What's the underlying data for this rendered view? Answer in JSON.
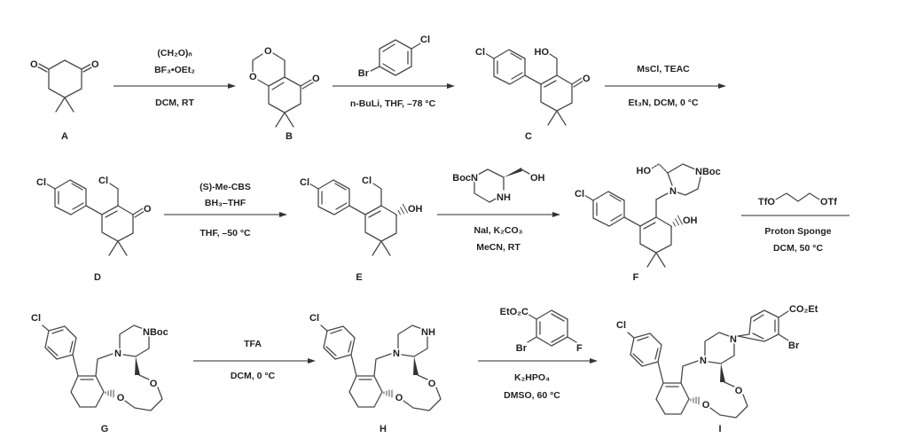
{
  "compound_labels": {
    "A": "A",
    "B": "B",
    "C": "C",
    "D": "D",
    "E": "E",
    "F": "F",
    "G": "G",
    "H": "H",
    "I": "I"
  },
  "atoms": {
    "O": "O",
    "Cl": "Cl",
    "HO": "HO",
    "OH": "OH",
    "N": "N",
    "NBoc": "NBoc",
    "NH": "NH",
    "BocN": "BocN",
    "Br": "Br",
    "F": "F",
    "TfO": "TfO",
    "OTf": "OTf",
    "CO2Et": "CO₂Et",
    "EtO2C": "EtO₂C"
  },
  "steps": [
    {
      "above": [
        "(CH₂O)ₙ",
        "BF₃•OEt₂"
      ],
      "below": [
        "DCM, RT"
      ]
    },
    {
      "above": [],
      "below": [
        "n-BuLi, THF, –78 °C"
      ]
    },
    {
      "above": [
        "MsCl, TEAC"
      ],
      "below": [
        "Et₃N, DCM, 0 °C"
      ]
    },
    {
      "above": [
        "(S)-Me-CBS",
        "BH₃–THF"
      ],
      "below": [
        "THF, –50 °C"
      ]
    },
    {
      "above": [],
      "below": [
        "NaI, K₂CO₃",
        "MeCN, RT"
      ]
    },
    {
      "above": [],
      "below": [
        "Proton Sponge",
        "DCM, 50 °C"
      ]
    },
    {
      "above": [
        "TFA"
      ],
      "below": [
        "DCM, 0 °C"
      ]
    },
    {
      "above": [],
      "below": [
        "K₂HPO₄",
        "DMSO, 60 °C"
      ]
    }
  ]
}
